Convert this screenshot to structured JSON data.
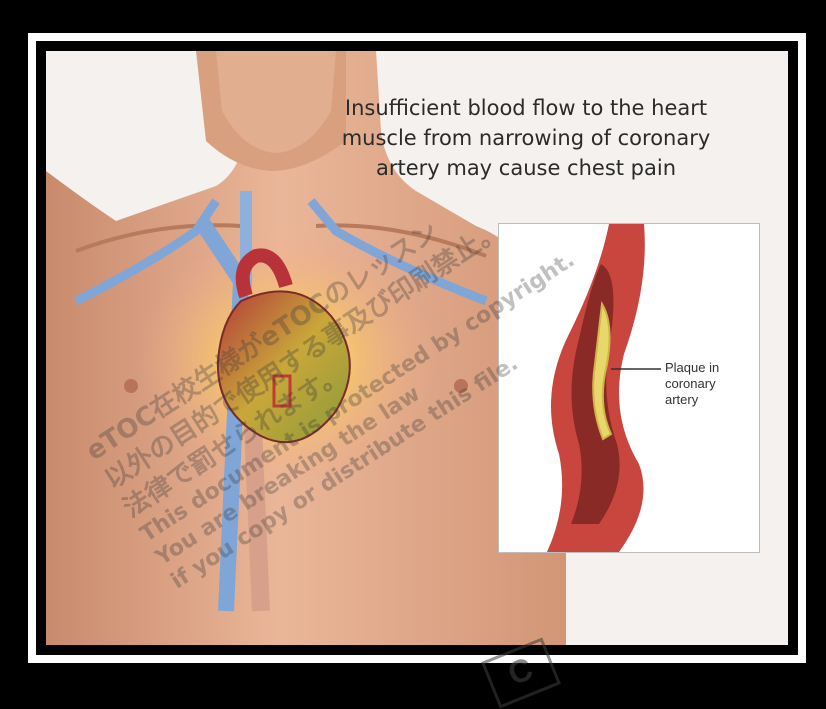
{
  "figure": {
    "caption_lines": [
      "Insufficient blood flow to the heart",
      "muscle from narrowing of coronary",
      "artery may cause chest pain"
    ],
    "inset_label_lines": [
      "Plaque in",
      "coronary",
      "artery"
    ]
  },
  "watermark": {
    "lines": [
      "eTOC在校生様がeTOCのレッスン",
      "以外の目的で使用する事及び印刷禁止。",
      "法律で罰せられます。",
      "This document is protected by copyright.",
      "You are breaking the law",
      "if you copy or distribute this file."
    ],
    "logo": "C"
  },
  "colors": {
    "background": "#000000",
    "skin": "#e6ad8a",
    "vein": "#7fa6d6",
    "artery": "#c23a33",
    "glow": "#f3e46a"
  }
}
